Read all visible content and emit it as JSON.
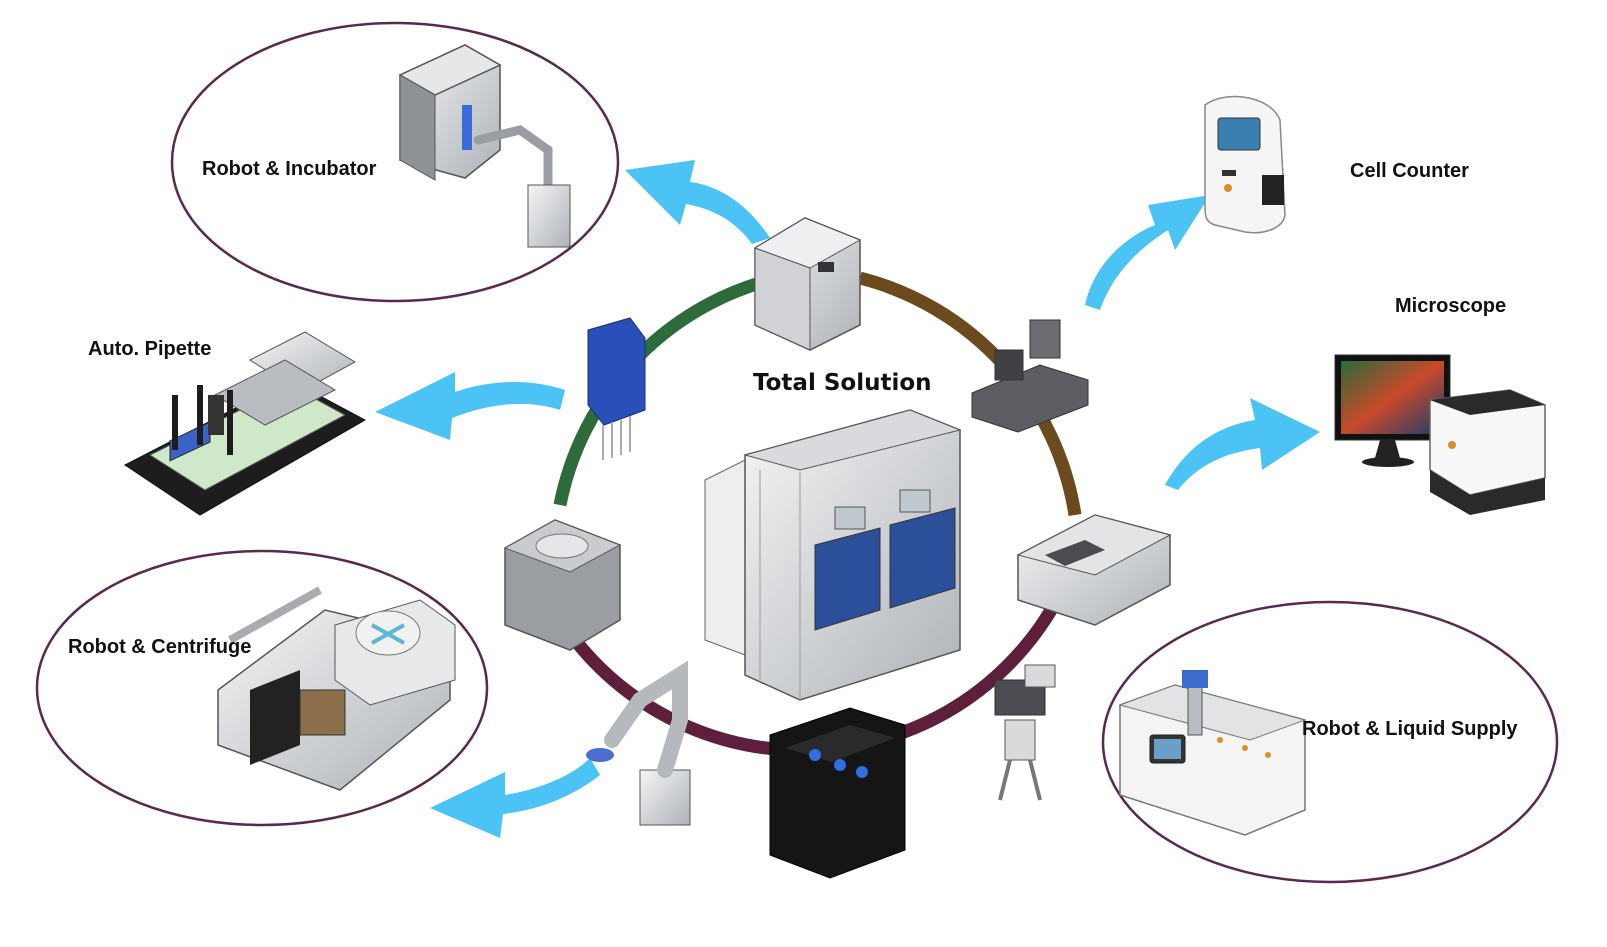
{
  "diagram": {
    "center_label": "Total Solution",
    "modules": [
      {
        "id": "robot-incubator",
        "label": "Robot & Incubator",
        "circled": true
      },
      {
        "id": "cell-counter",
        "label": "Cell Counter",
        "circled": false
      },
      {
        "id": "microscope",
        "label": "Microscope",
        "circled": false
      },
      {
        "id": "auto-pipette",
        "label": "Auto. Pipette",
        "circled": false
      },
      {
        "id": "robot-centrifuge",
        "label": "Robot & Centrifuge",
        "circled": true
      },
      {
        "id": "robot-liquid-supply",
        "label": "Robot & Liquid Supply",
        "circled": true
      }
    ],
    "colors": {
      "arrow": "#4cc3f5",
      "ring_green": "#2e6b3a",
      "ring_brown": "#6b4a1e",
      "ring_maroon": "#5e1f3c",
      "ellipse_outline": "#5a2a4e",
      "equipment_gray": "#b9bcc0"
    }
  }
}
